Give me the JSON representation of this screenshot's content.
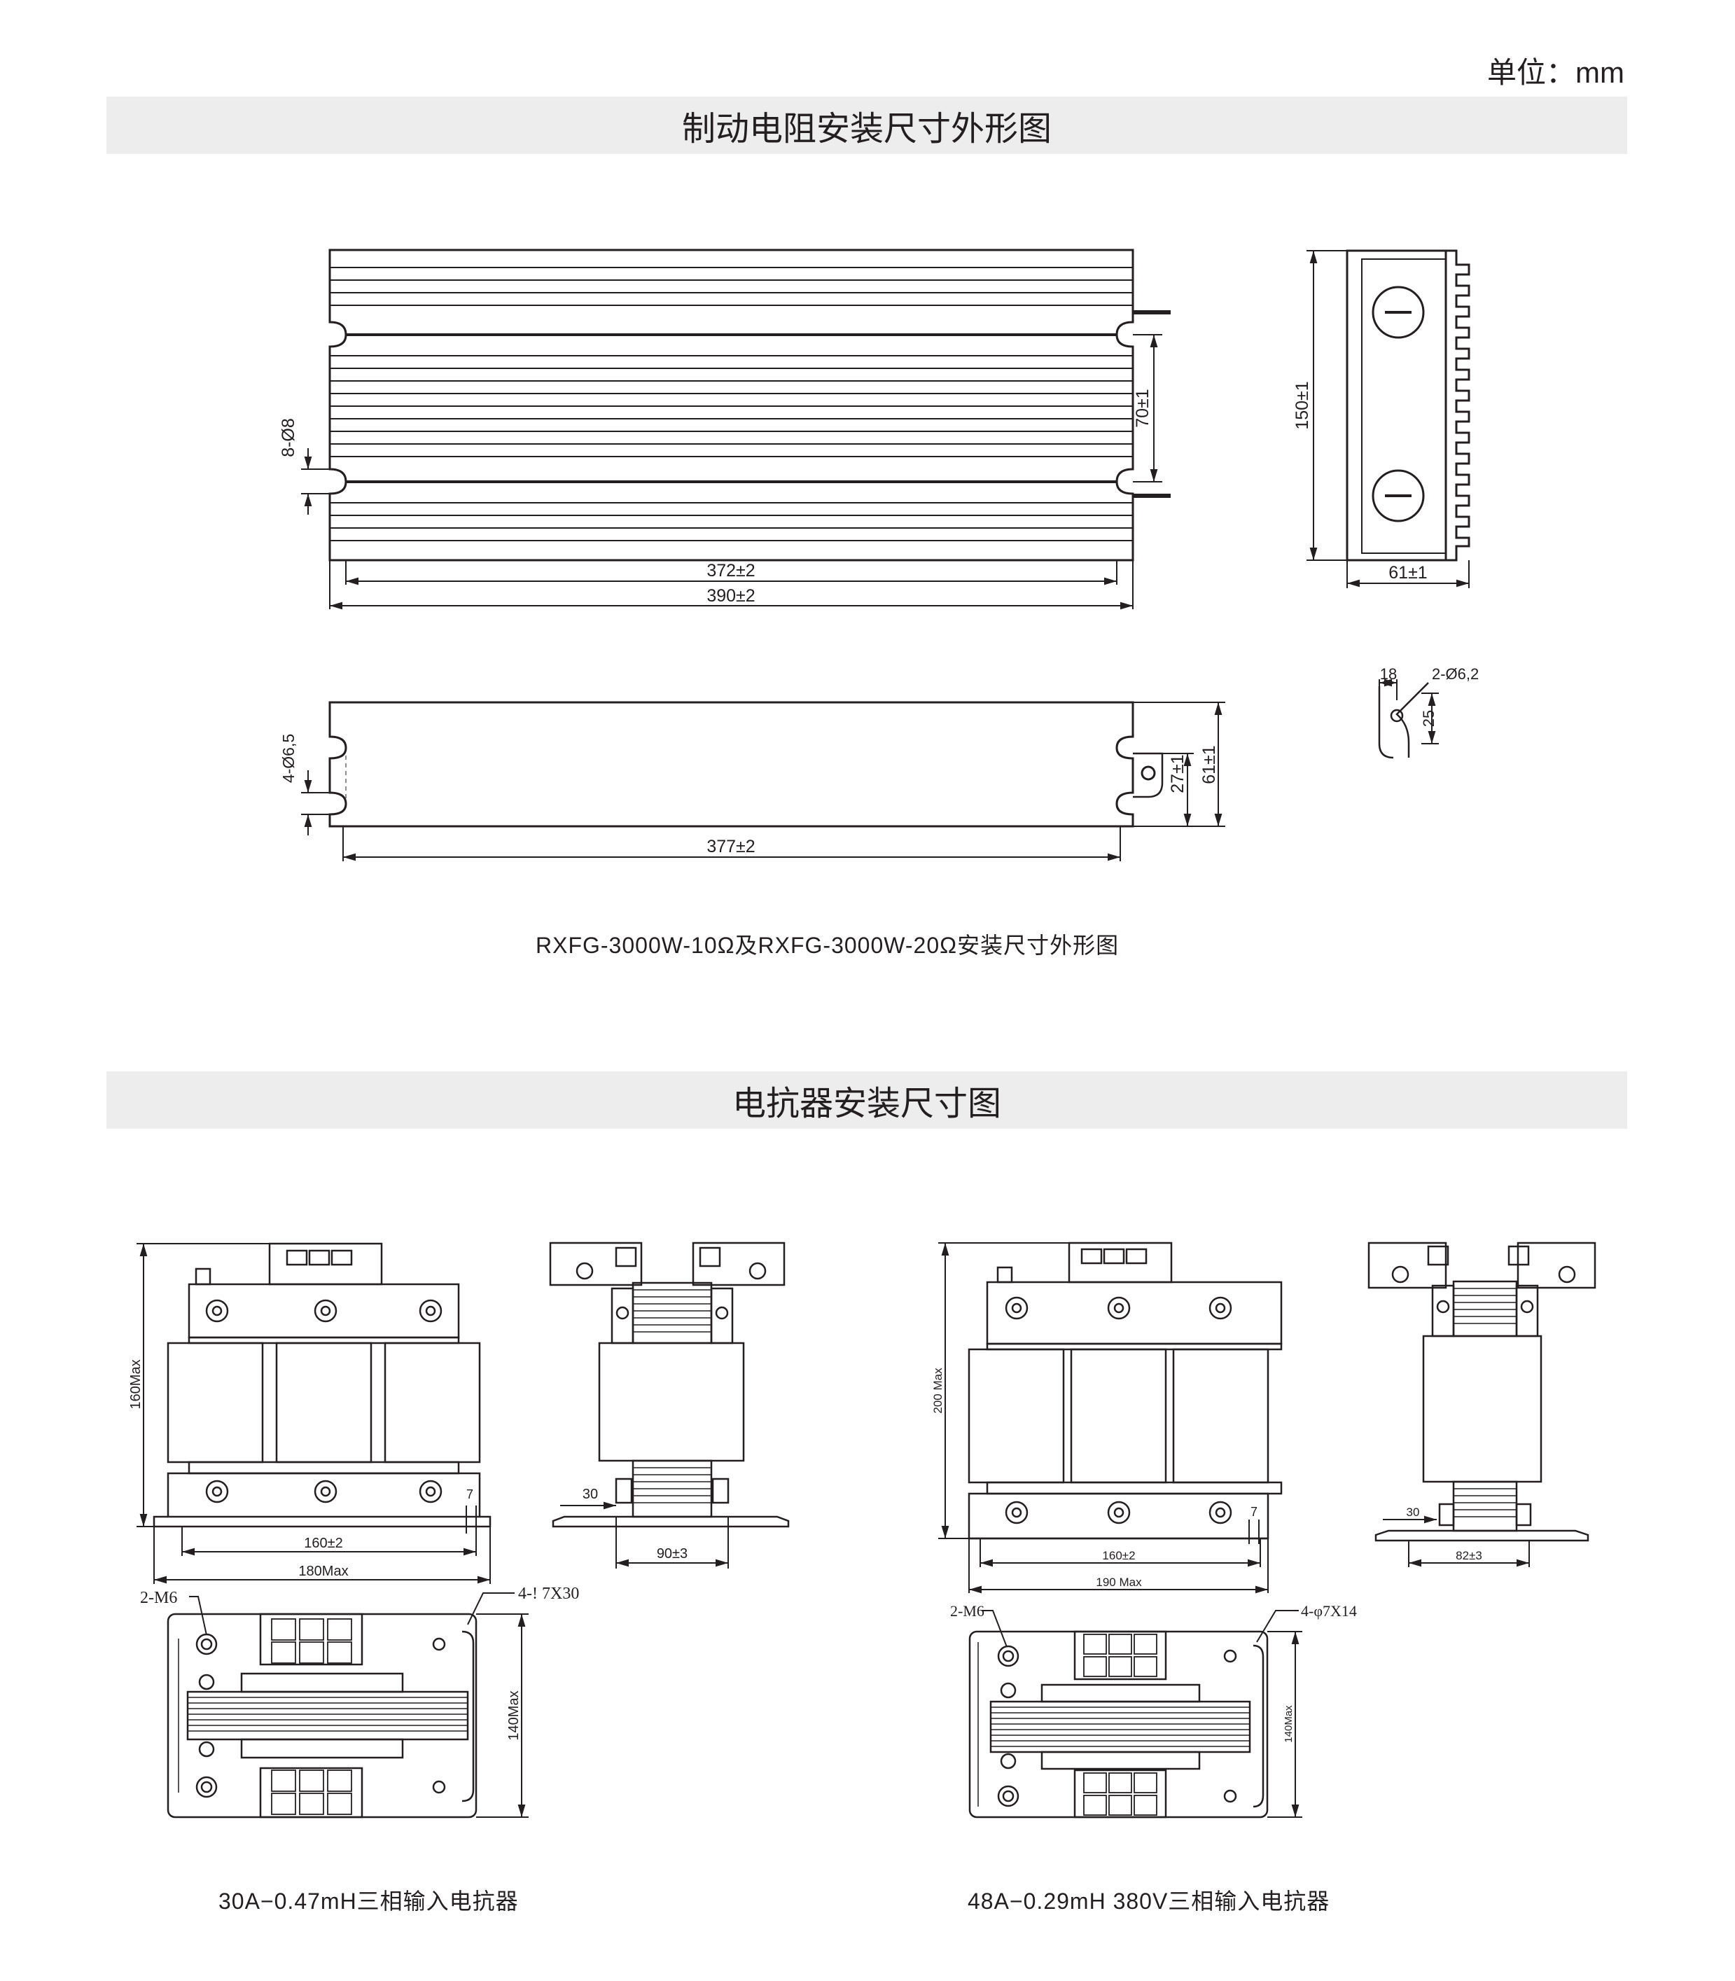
{
  "unit_label": "单位：mm",
  "section1": {
    "title": "制动电阻安装尺寸外形图",
    "caption": "RXFG-3000W-10Ω及RXFG-3000W-20Ω安装尺寸外形图",
    "dims": {
      "slots": "8-Ø8",
      "inner_length": "372±2",
      "outer_length": "390±2",
      "hole_pitch": "70±1",
      "height": "150±1",
      "depth": "61±1",
      "bottom_holes": "4-Ø6,5",
      "bottom_length": "377±2",
      "bracket_height": "27±1",
      "bottom_depth": "61±1",
      "detail_width": "18",
      "detail_holes": "2-Ø6,2",
      "detail_height": "25"
    }
  },
  "section2": {
    "title": "电抗器安装尺寸图",
    "reactor_a": {
      "caption": "30A−0.47mH三相输入电抗器",
      "height": "160Max",
      "mount_pitch": "160±2",
      "width": "180Max",
      "edge": "7",
      "side_offset": "30",
      "side_pitch": "90±3",
      "terminal": "2-M6",
      "slots": "4-! 7X30",
      "depth": "140Max"
    },
    "reactor_b": {
      "caption": "48A−0.29mH 380V三相输入电抗器",
      "height": "200 Max",
      "mount_pitch": "160±2",
      "width": "190 Max",
      "edge": "7",
      "side_offset": "30",
      "side_pitch": "82±3",
      "terminal": "2-M6",
      "slots": "4-φ7X14",
      "depth": "140Max"
    }
  }
}
